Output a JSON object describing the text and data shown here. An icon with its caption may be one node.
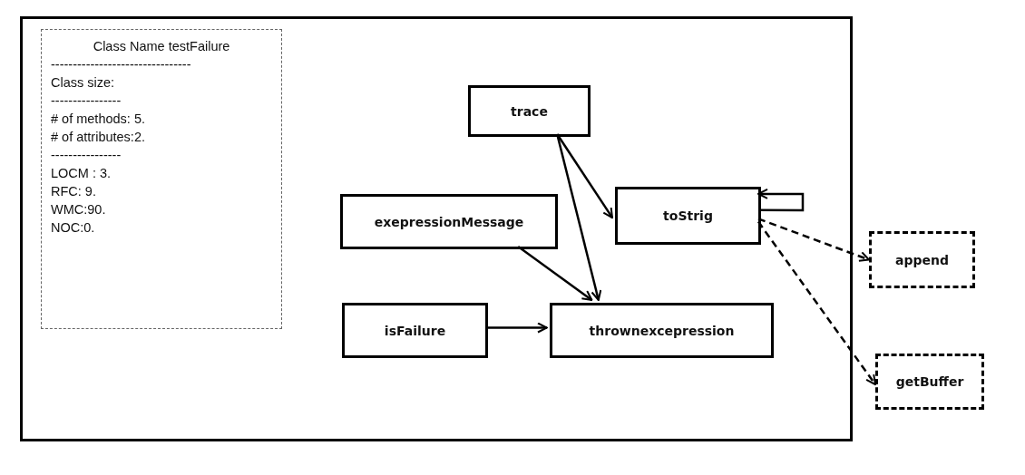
{
  "diagram": {
    "nodes": [
      {
        "text": [],
        "shape": "box"
      },
      {
        "text": [
          "Class Name testFailure",
          "--------------------------------",
          "Class size:",
          "----------------",
          "# of methods: 5.",
          "# of attributes:2.",
          "----------------",
          "LOCM : 3.",
          "RFC: 9.",
          "WMC:90.",
          "NOC:0."
        ],
        "in": 0
      },
      {
        "text": [
          "trace"
        ],
        "in": 0
      },
      {
        "text": [
          "exepressionMessage"
        ],
        "in": 0
      },
      {
        "text": [
          "toStrig"
        ],
        "in": 0
      },
      {
        "text": [
          "isFailure"
        ],
        "in": 0
      },
      {
        "text": [
          "thrownexcepression"
        ],
        "in": 0
      },
      {
        "text": [
          "append"
        ]
      },
      {
        "text": [
          "getBuffer"
        ]
      }
    ],
    "edges": [
      {
        "from": 2,
        "to": 4,
        "arrow": "to"
      },
      {
        "from": 2,
        "to": 6,
        "arrow": "to"
      },
      {
        "from": 3,
        "to": 6,
        "arrow": "to"
      },
      {
        "from": 5,
        "to": 6,
        "arrow": "to"
      },
      {
        "from": 4,
        "to": 4,
        "arrow": "to"
      },
      {
        "from": 4,
        "to": 7,
        "arrow": "to",
        "style": "dashed"
      },
      {
        "from": 4,
        "to": 8,
        "arrow": "to",
        "style": "dashed"
      }
    ]
  }
}
